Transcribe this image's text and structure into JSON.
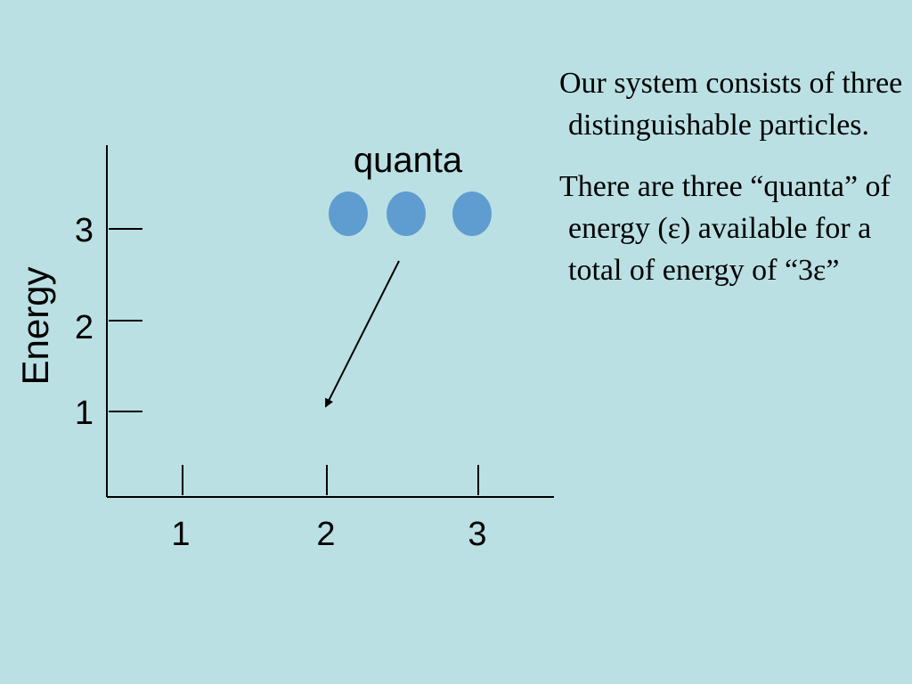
{
  "diagram": {
    "y_axis_label": "Energy",
    "y_ticks": [
      "1",
      "2",
      "3"
    ],
    "x_ticks": [
      "1",
      "2",
      "3"
    ],
    "quanta_label": "quanta",
    "quanta_count": 3,
    "quanta_color": "#5f9ccf",
    "axis_color": "#000000"
  },
  "text": {
    "paragraph_1": "Our system consists of three distinguishable particles.",
    "paragraph_2": "There are three “quanta” of energy (ε) available for a total of energy of “3ε”"
  },
  "colors": {
    "background": "#bae0e4"
  }
}
